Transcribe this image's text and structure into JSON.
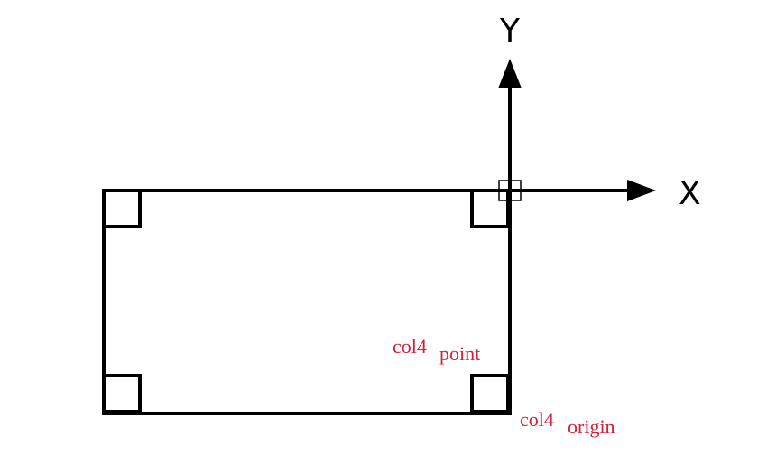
{
  "diagram": {
    "axes": {
      "x_label": "X",
      "y_label": "Y"
    },
    "labels": {
      "point": {
        "base": "col4",
        "subscript": "point"
      },
      "origin": {
        "base": "col4",
        "subscript": "origin"
      }
    },
    "colors": {
      "stroke": "#000000",
      "label_red": "#d0203a",
      "background": "#ffffff"
    }
  }
}
